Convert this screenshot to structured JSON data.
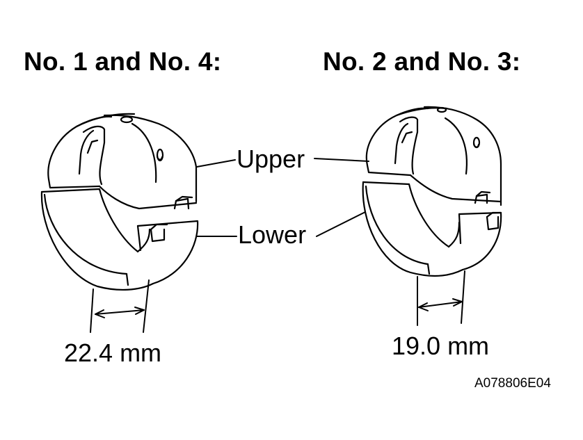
{
  "headings": {
    "left": "No. 1 and No. 4:",
    "right": "No. 2 and No. 3:"
  },
  "callouts": {
    "upper": "Upper",
    "lower": "Lower"
  },
  "dimensions": {
    "left": "22.4 mm",
    "right": "19.0 mm"
  },
  "reference_code": "A078806E04"
}
